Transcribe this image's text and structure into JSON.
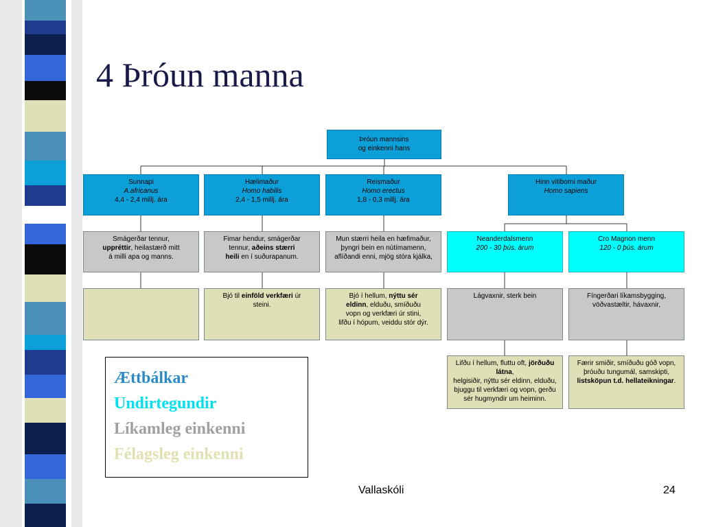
{
  "slide": {
    "title": "4 Þróun manna",
    "footer": "Vallaskóli",
    "page_number": "24"
  },
  "diagram": {
    "root": {
      "l1": "Þróun mannsins",
      "l2": "og einkenni hans"
    },
    "species": [
      {
        "name": "Sunnapi",
        "latin": "A.africanus",
        "time": "4,4 - 2,4 millj. ára"
      },
      {
        "name": "Hælimaður",
        "latin": "Homo habilis",
        "time": "2,4 - 1,5 millj. ára"
      },
      {
        "name": "Reismaður",
        "latin": "Homo erectus",
        "time": "1,8 - 0,3 millj. ára"
      },
      {
        "name": "Hinn vitiborni maður",
        "latin": "Homo sapiens"
      }
    ],
    "physical": [
      {
        "l1": "Smágerðar tennur,",
        "l2_bold": "uppréttir",
        "l2_rest": ", heilastærð mitt",
        "l3": "á milli apa og manns."
      },
      {
        "l1": "Fimar hendur, smágerðar",
        "l2_pre": "tennur, ",
        "l2_bold": "aðeins stærri",
        "l3_bold": "heili",
        "l3_rest": " en í suðurapanum."
      },
      {
        "l1": "Mun stærri heila en hæfimaður,",
        "l2": "þyngri bein en nútímamenn,",
        "l3": "aflíðandi enni, mjög stóra kjálka,"
      }
    ],
    "subspecies": [
      {
        "name": "Neanderdalsmenn",
        "time": "200 - 30 þús. árum"
      },
      {
        "name": "Cro Magnon menn",
        "time": "120 - 0 þús. árum"
      }
    ],
    "social": [
      {
        "l1_pre": "Bjó til ",
        "l1_bold": "einföld verkfæri",
        "l1_rest": " úr",
        "l2": "steini."
      },
      {
        "l1_pre": "Bjó í hellum, ",
        "l1_bold": "nýttu sér",
        "l2_bold": "eldinn",
        "l2_rest": ", elduðu, smíðuðu",
        "l3": "vopn og verkfæri úr stini,",
        "l4": "lifðu í hópum, veiddu stór dýr."
      }
    ],
    "subspecies_physical": [
      {
        "l1": "Lágvaxnir, sterk bein"
      },
      {
        "l1": "Fíngerðari líkamsbygging,",
        "l2": "vöðvastæltir, hávaxnir,"
      }
    ],
    "subspecies_social": [
      {
        "l1_pre": "Lifðu í hellum, fluttu oft, ",
        "l1_bold": "jörðuðu látna",
        "l1_rest": ",",
        "l2": "helgisiðir, nýttu sér eldinn, elduðu,",
        "l3": "bjuggu til verkfæri og vopn, gerðu",
        "l4": "sér hugmyndir um heiminn."
      },
      {
        "l1": "Færir smiðir, smíðuðu góð vopn,",
        "l2": "þróuðu tungumál, samskipti,",
        "l3_bold": "listsköpun t.d. hellateikningar",
        "l3_rest": "."
      }
    ]
  },
  "legend": {
    "items": [
      "Ættbálkar",
      "Undirtegundir",
      "Líkamleg einkenni",
      "Félagsleg einkenni"
    ]
  },
  "colors": {
    "tribe": "#0d9fd8",
    "subspecies": "#00ffff",
    "physical": "#c8c8c8",
    "social": "#e0e0b8"
  }
}
